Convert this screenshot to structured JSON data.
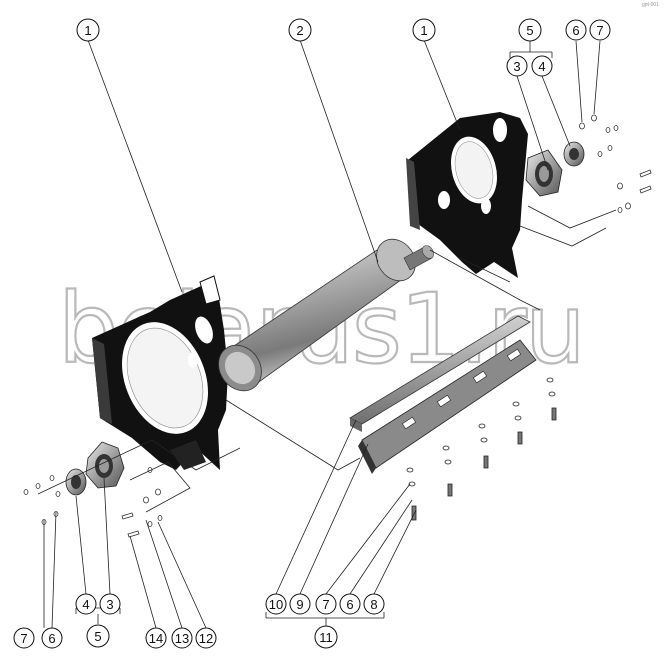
{
  "watermark": "belarus1.ru",
  "corner_mark": "gpt-001",
  "callouts": {
    "c1a": "1",
    "c2": "2",
    "c1b": "1",
    "c5top": "5",
    "c3top": "3",
    "c4top": "4",
    "c6top": "6",
    "c7top": "7",
    "c7bl": "7",
    "c6bl": "6",
    "c4bl": "4",
    "c3bl": "3",
    "c5bl": "5",
    "c14": "14",
    "c13": "13",
    "c12": "12",
    "c10": "10",
    "c9": "9",
    "c7br": "7",
    "c6br": "6",
    "c8": "8",
    "c11": "11"
  },
  "colors": {
    "plate": "#111111",
    "roller": "#9a9a9a",
    "bar": "#8a8a8a",
    "line": "#222222",
    "watermark": "#b9b9b9"
  }
}
